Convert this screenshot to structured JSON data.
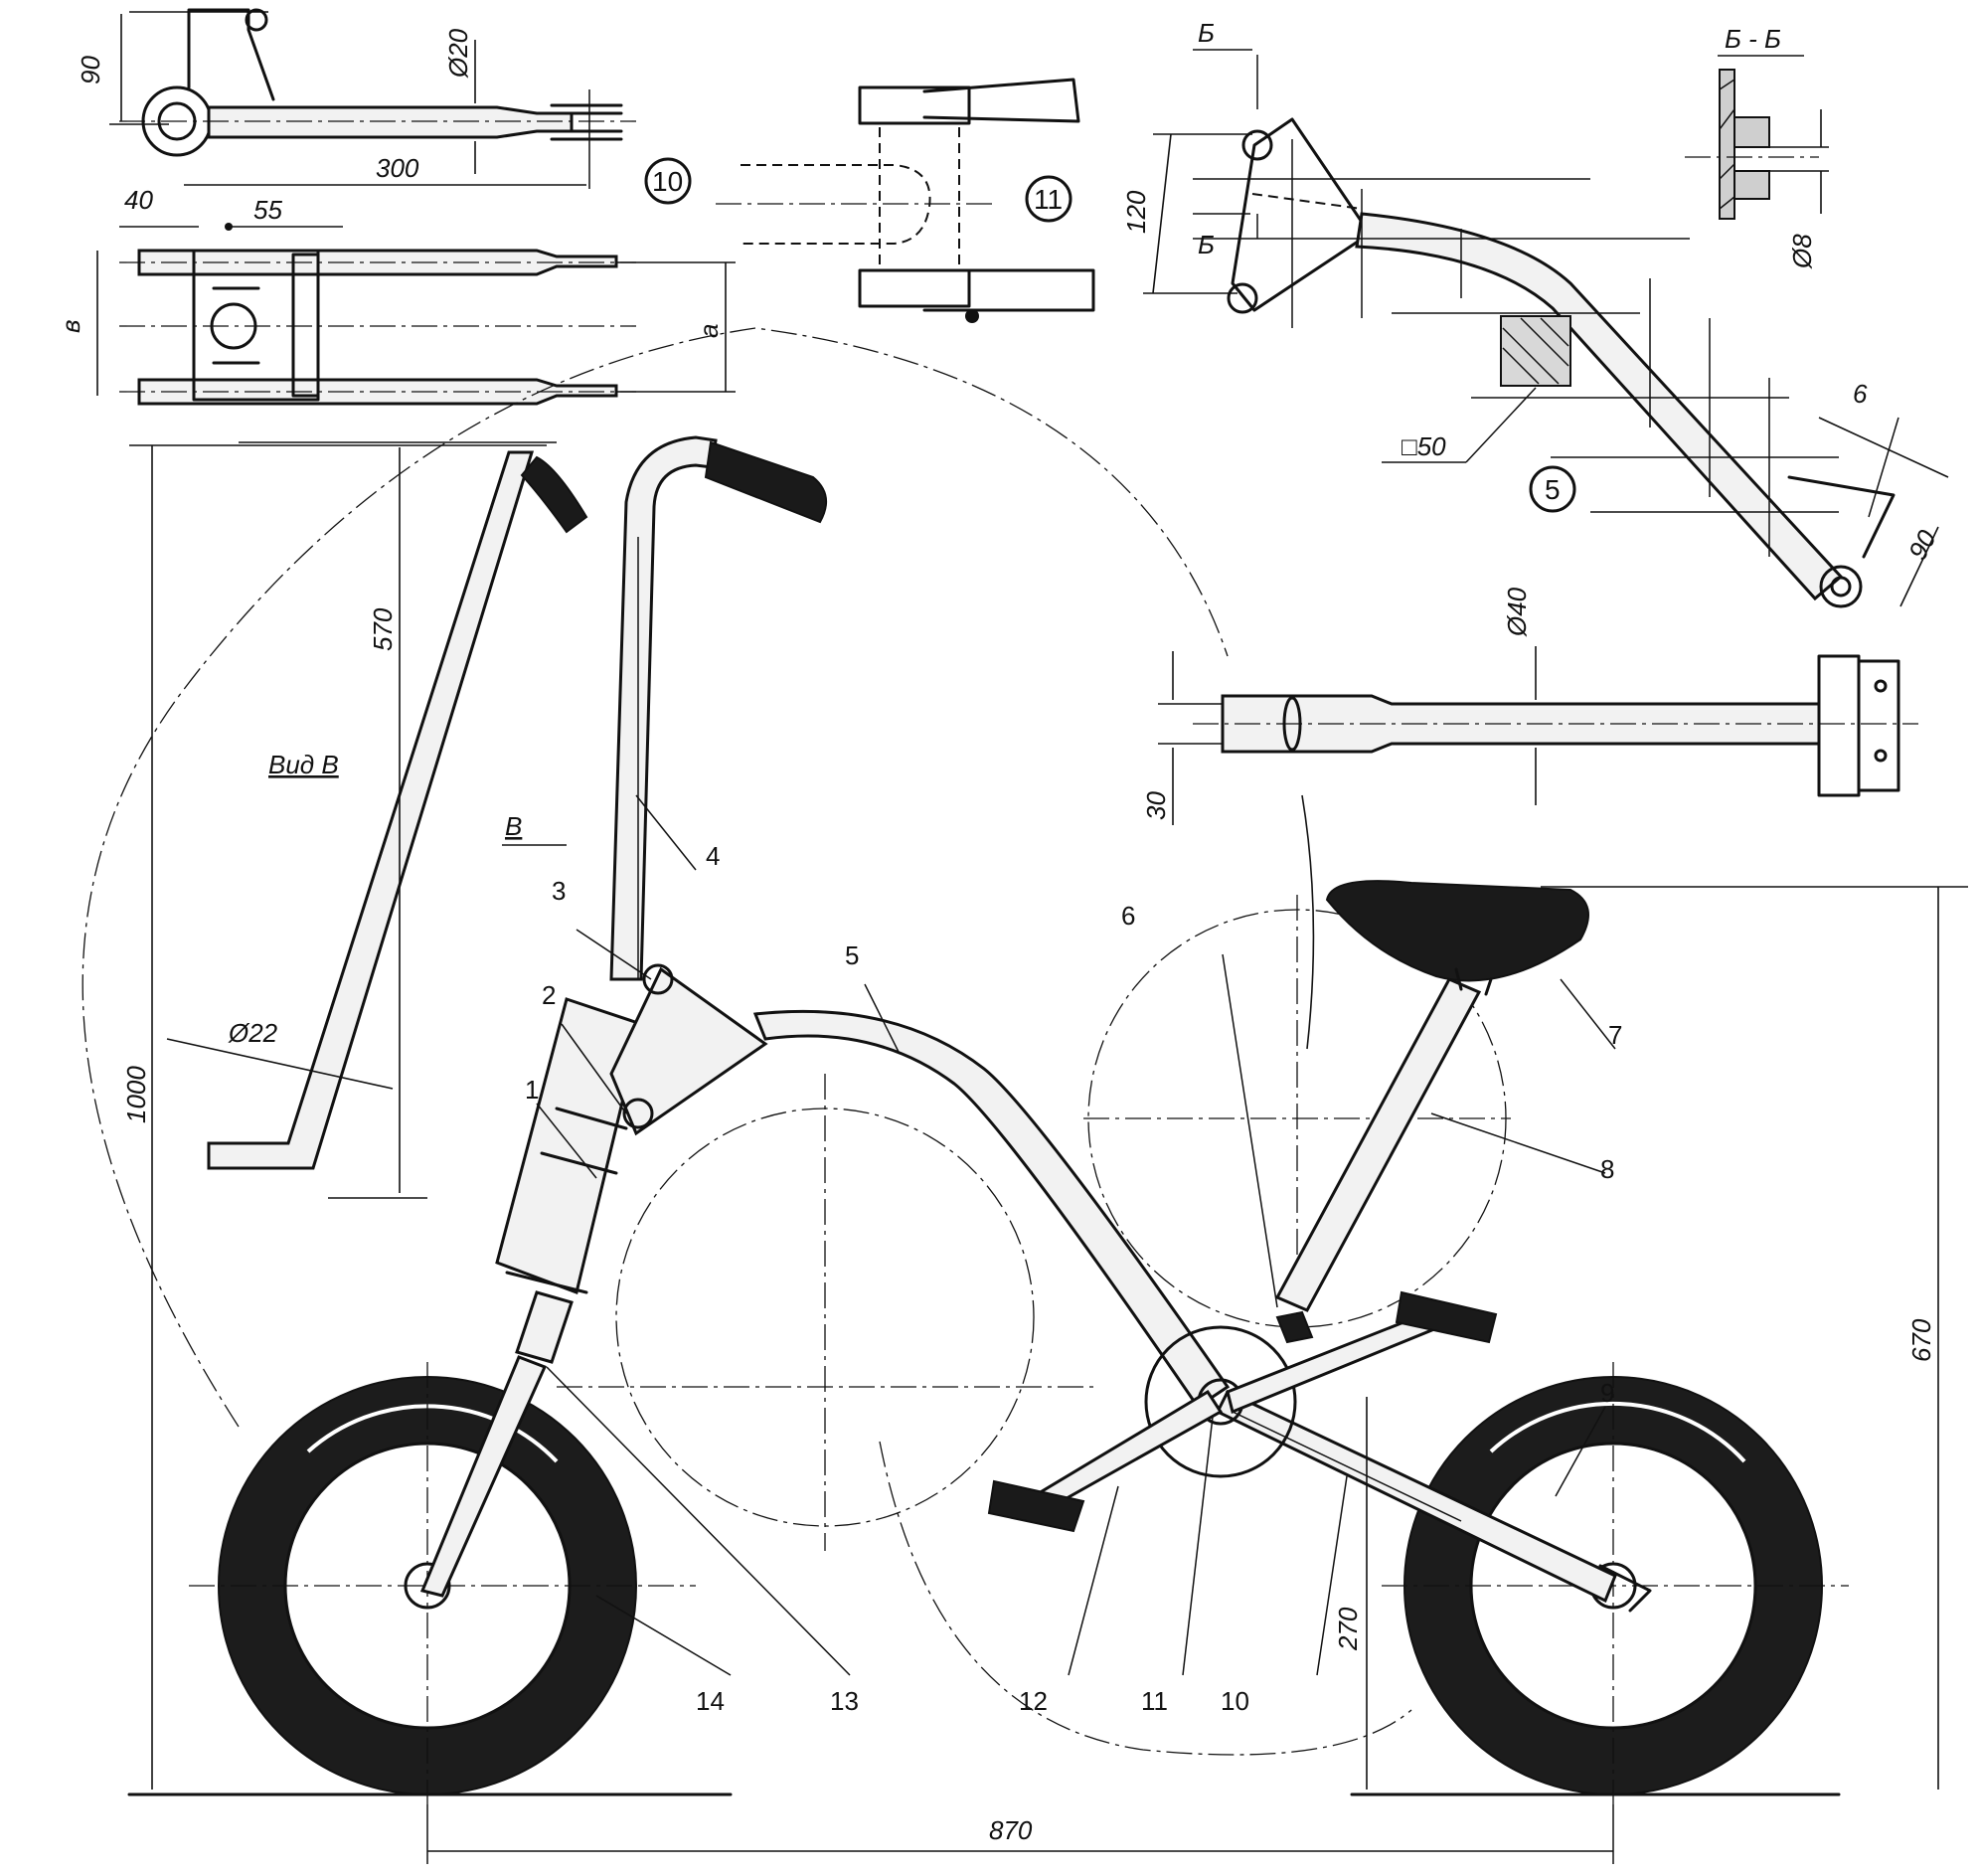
{
  "dimensions": {
    "d90_top": "90",
    "d20": "Ø20",
    "d300": "300",
    "d40": "40",
    "d55": "55",
    "dv": "в",
    "da": "а",
    "d120": "120",
    "dB_top": "Б",
    "dB_mid": "Б",
    "d50": "□50",
    "d6": "6",
    "d90_right": "90",
    "d8": "Ø8",
    "d40_tube": "Ø40",
    "d30": "30",
    "d570": "570",
    "d1000": "1000",
    "d22": "Ø22",
    "d670": "670",
    "d270": "270",
    "d870": "870",
    "section_title": "Б - Б",
    "view_label": "Вид В",
    "view_arrow": "В"
  },
  "detail_markers": [
    "10",
    "11",
    "5"
  ],
  "callouts": [
    "1",
    "2",
    "3",
    "4",
    "5",
    "6",
    "7",
    "8",
    "9",
    "10",
    "11",
    "12",
    "13",
    "14"
  ]
}
